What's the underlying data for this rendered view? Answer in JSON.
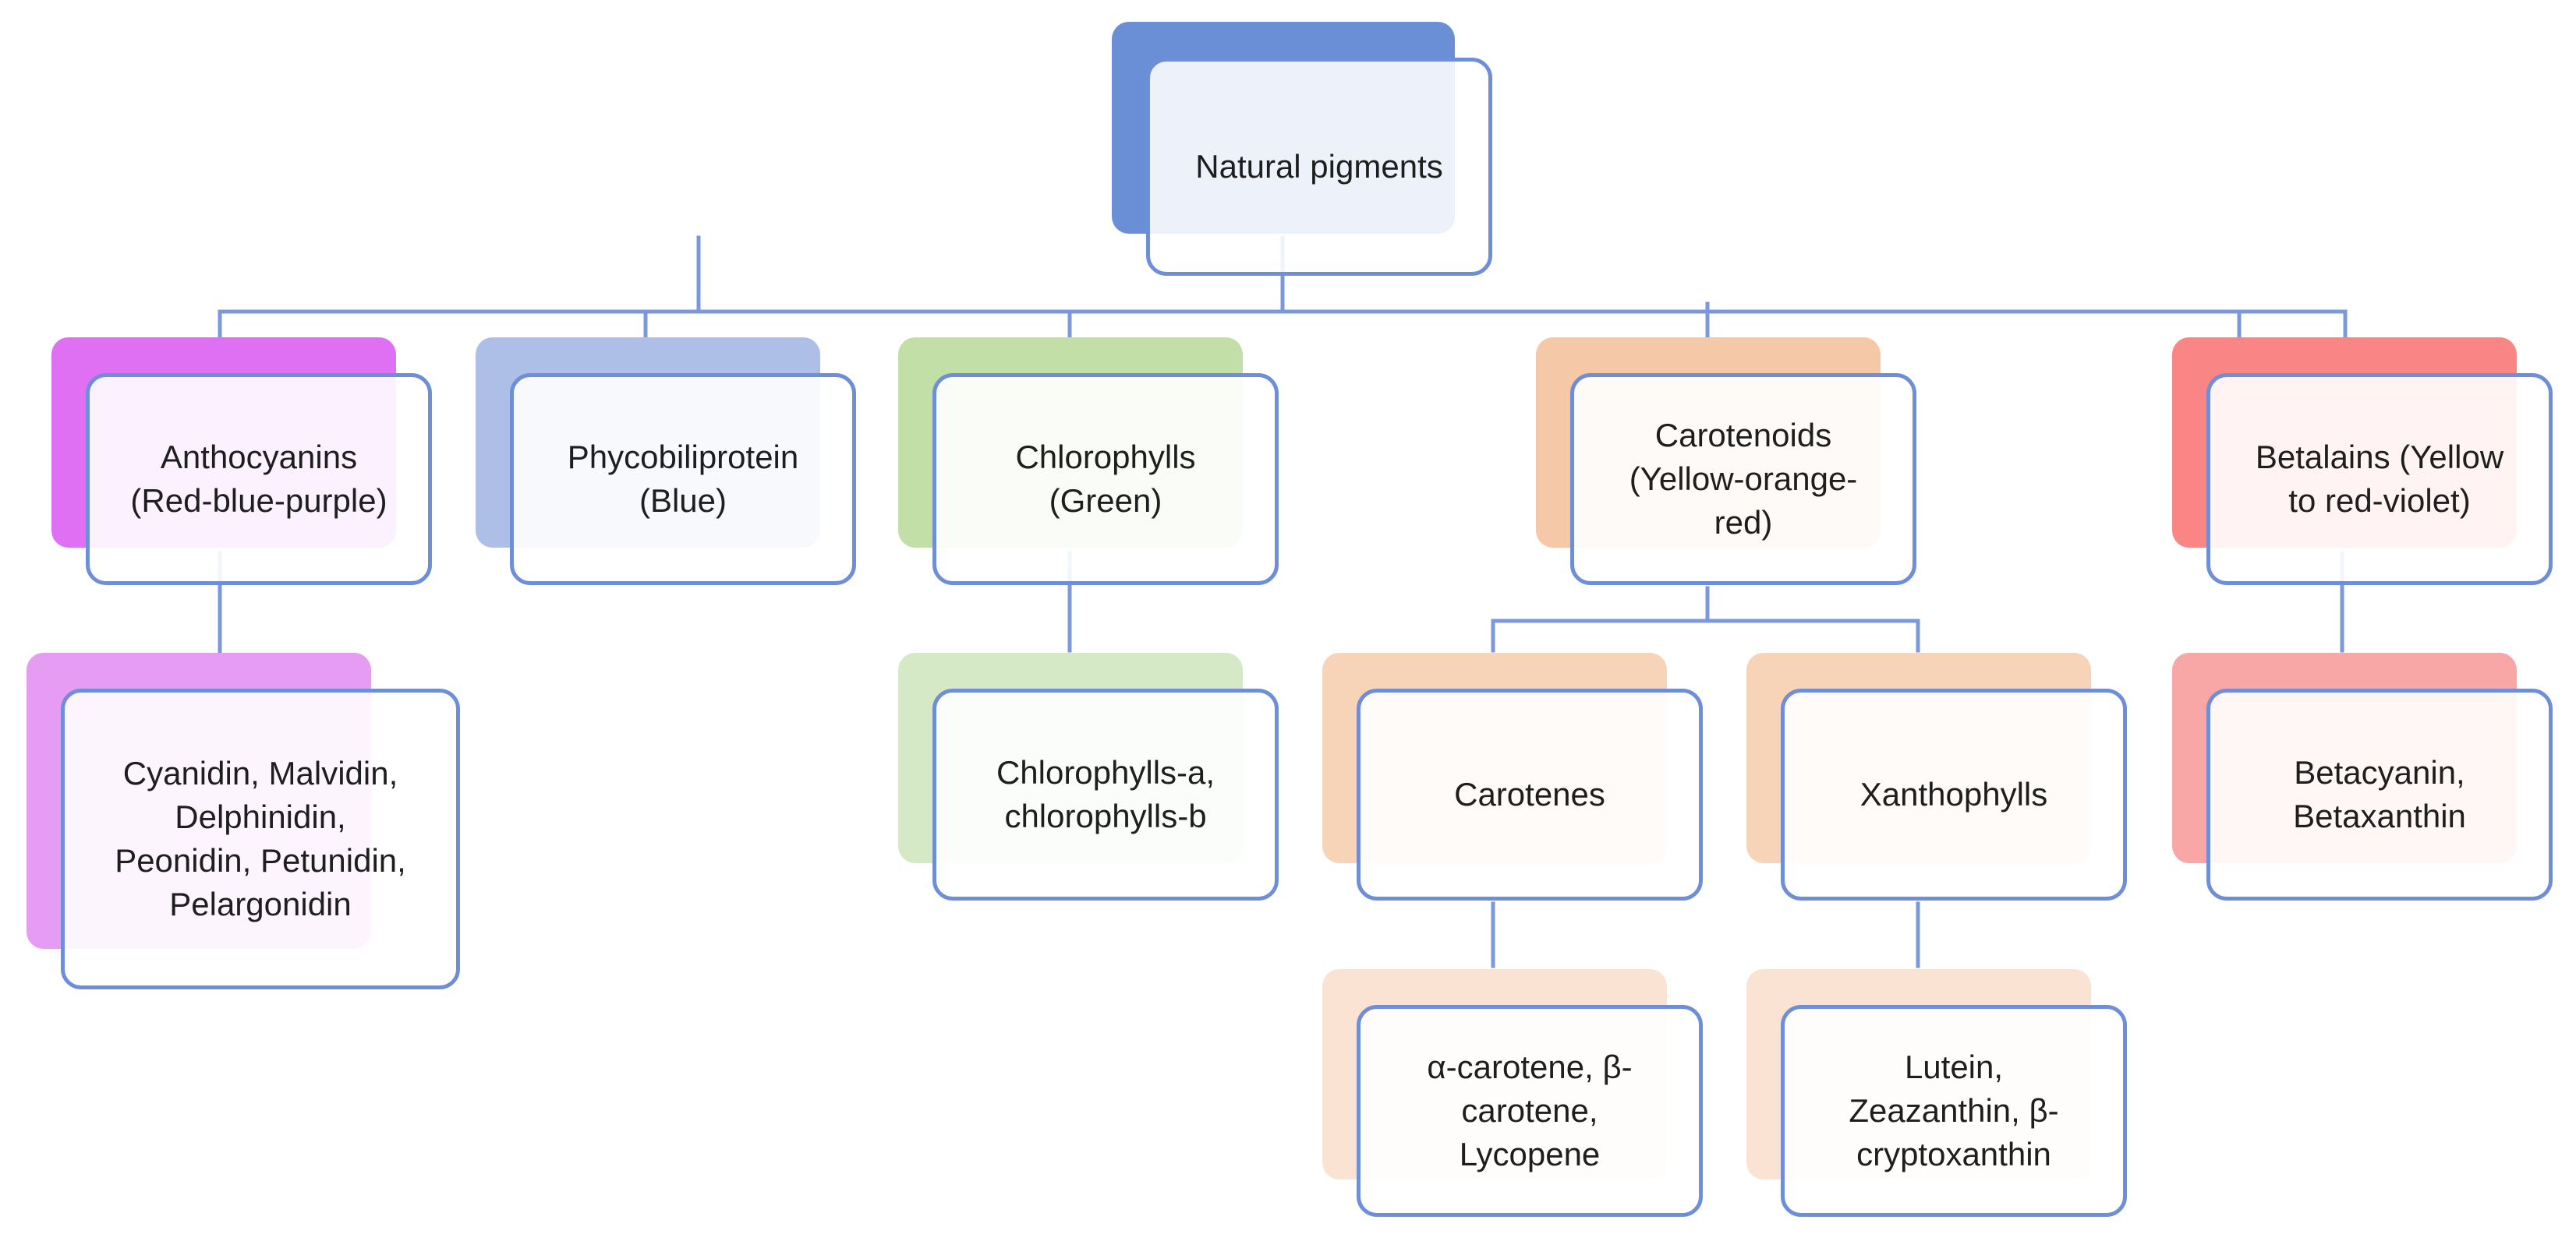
{
  "title": "Natural pigments",
  "categories": [
    {
      "id": "anthocyanins",
      "label": "Anthocyanins\n(Red-blue-purple)",
      "color": "#df70f3",
      "children": [
        {
          "id": "anthocyanin-types",
          "label": "Cyanidin, Malvidin,\nDelphinidin,\nPeonidin, Petunidin,\nPelargonidin",
          "color": "#e79cf4"
        }
      ]
    },
    {
      "id": "phycobiliprotein",
      "label": "Phycobiliprotein\n(Blue)",
      "color": "#aebfe7",
      "children": []
    },
    {
      "id": "chlorophylls",
      "label": "Chlorophylls\n(Green)",
      "color": "#c3dfa8",
      "children": [
        {
          "id": "chlorophyll-types",
          "label": "Chlorophylls-a,\nchlorophylls-b",
          "color": "#d6e9c6"
        }
      ]
    },
    {
      "id": "carotenoids",
      "label": "Carotenoids\n(Yellow-orange-\nred)",
      "color": "#f5c9a8",
      "children": [
        {
          "id": "carotenes",
          "label": "Carotenes",
          "color": "#f7d4b8",
          "children": [
            {
              "id": "carotene-types",
              "label": "α-carotene, β-\ncarotene,\nLycopene",
              "color": "#fbe3d4"
            }
          ]
        },
        {
          "id": "xanthophylls",
          "label": "Xanthophylls",
          "color": "#f7d4b8",
          "children": [
            {
              "id": "xanthophyll-types",
              "label": "Lutein,\nZeazanthin, β-\ncryptoxanthin",
              "color": "#fbe3d4"
            }
          ]
        }
      ]
    },
    {
      "id": "betalains",
      "label": "Betalains (Yellow\nto red-violet)",
      "color": "#f98585",
      "children": [
        {
          "id": "betalain-types",
          "label": "Betacyanin,\nBetaxanthin",
          "color": "#f9a6a6"
        }
      ]
    }
  ],
  "connector_color": "#7b98dc"
}
